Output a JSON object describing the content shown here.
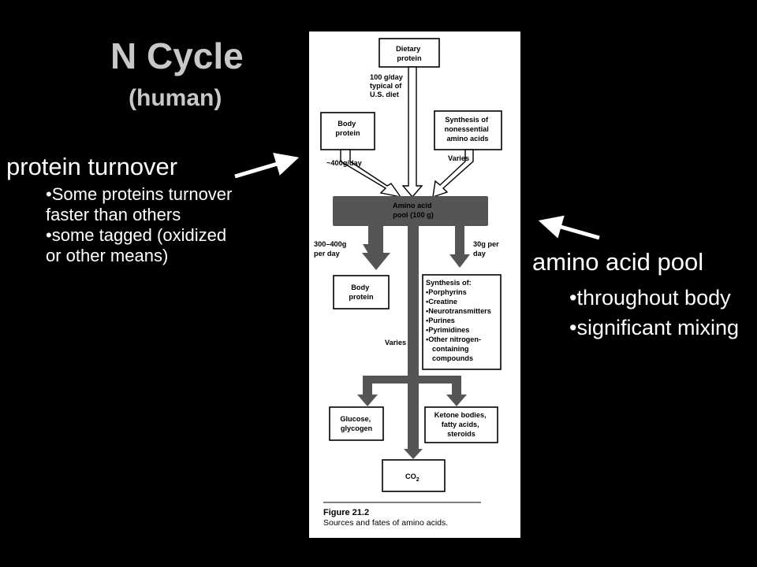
{
  "slide": {
    "title": "N Cycle",
    "subtitle": "(human)",
    "turnover": {
      "heading": "protein turnover",
      "bullets": [
        "Some proteins turnover faster than others",
        "some tagged (oxidized or other means)"
      ]
    },
    "pool": {
      "heading": "amino acid pool",
      "bullets": [
        "throughout body",
        "significant mixing"
      ]
    }
  },
  "figure": {
    "dietary": [
      "Dietary",
      "protein"
    ],
    "dietary_note": [
      "100 g/day",
      "typical of",
      "U.S. diet"
    ],
    "body_top": [
      "Body",
      "protein"
    ],
    "body_top_note": "~400g/day",
    "synthesis_nonessential": [
      "Synthesis of",
      "nonessential",
      "amino acids"
    ],
    "synthesis_note": "Varies",
    "pool": [
      "Amino acid",
      "pool (100 g)"
    ],
    "left_flow": [
      "300–400g",
      "per day"
    ],
    "right_flow": [
      "30g per",
      "day"
    ],
    "body_bottom": [
      "Body",
      "protein"
    ],
    "synthesis_of": [
      "Synthesis of:",
      "•Porphyrins",
      "•Creatine",
      "•Neurotransmitters",
      "•Purines",
      "•Pyrimidines",
      "•Other nitrogen-",
      "containing",
      "compounds"
    ],
    "varies_center": "Varies",
    "glucose": [
      "Glucose,",
      "glycogen"
    ],
    "ketone": [
      "Ketone bodies,",
      "fatty acids,",
      "steroids"
    ],
    "co2": "CO",
    "co2_sub": "2",
    "caption_title": "Figure 21.2",
    "caption_text": "Sources and fates of amino acids."
  }
}
